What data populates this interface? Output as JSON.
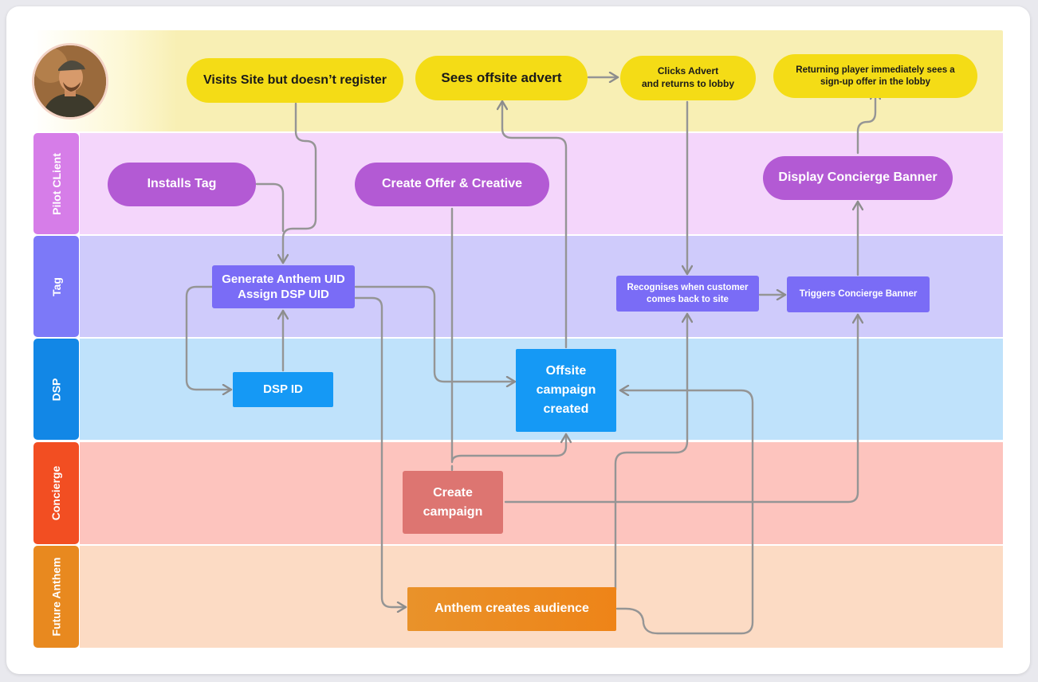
{
  "lanes": {
    "pilot": {
      "label": "Pilot CLient",
      "color": "#d67de8",
      "bg": "#f4d6fb"
    },
    "tag": {
      "label": "Tag",
      "color": "#7c79f8",
      "bg": "#cfcbfb"
    },
    "dsp": {
      "label": "DSP",
      "color": "#1287e6",
      "bg": "#bfe2fb"
    },
    "concierge": {
      "label": "Concierge",
      "color": "#f24e22",
      "bg": "#fdc4be"
    },
    "future": {
      "label": "Future Anthem",
      "color": "#e8891f",
      "bg": "#fcdbc4"
    }
  },
  "user": {
    "visits": "Visits Site but doesn’t register",
    "sees": "Sees offsite advert",
    "clicks_line1": "Clicks Advert",
    "clicks_line2": "and returns to lobby",
    "returning_line1": "Returning player immediately sees a",
    "returning_line2": "sign-up offer in the lobby"
  },
  "pilot": {
    "installs": "Installs Tag",
    "create_offer": "Create Offer & Creative",
    "display_banner": "Display Concierge Banner"
  },
  "tag": {
    "generate_line1": "Generate Anthem UID",
    "generate_line2": "Assign DSP UID",
    "recognises_line1": "Recognises when customer",
    "recognises_line2": "comes back to site",
    "triggers": "Triggers Concierge Banner"
  },
  "dsp": {
    "dsp_id": "DSP ID",
    "offsite_line1": "Offsite",
    "offsite_line2": "campaign",
    "offsite_line3": "created"
  },
  "concierge": {
    "create_line1": "Create",
    "create_line2": "campaign"
  },
  "future": {
    "audience": "Anthem creates audience"
  }
}
